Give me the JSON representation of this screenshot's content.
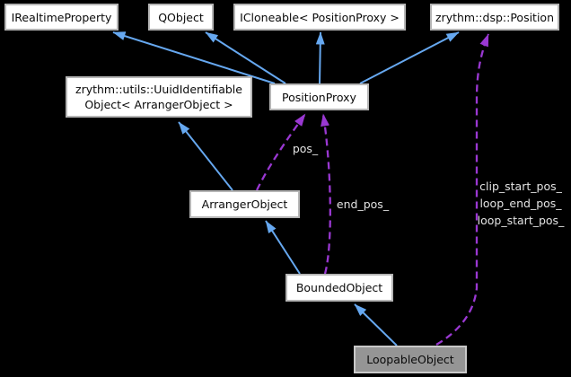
{
  "diagram": {
    "type": "doxygen-collaboration-graph",
    "colors": {
      "bg": "#000000",
      "node-fill": "#ffffff",
      "node-border": "#b6b6b6",
      "node-text": "#0a0a0a",
      "current-fill": "#959595",
      "current-border": "#c9c9c9",
      "inherit": "#66a8f0",
      "usage": "#9a38d2",
      "edge-label": "#e3e3e3"
    }
  },
  "nodes": {
    "irealtime": {
      "label": "IRealtimeProperty"
    },
    "qobject": {
      "label": "QObject"
    },
    "icloneable": {
      "label": "ICloneable< PositionProxy >"
    },
    "dsp_position": {
      "label": "zrythm::dsp::Position"
    },
    "uuid_identifiable": {
      "label": "zrythm::utils::UuidIdentifiable\nObject< ArrangerObject >"
    },
    "position_proxy": {
      "label": "PositionProxy"
    },
    "arranger_object": {
      "label": "ArrangerObject"
    },
    "bounded_object": {
      "label": "BoundedObject"
    },
    "loopable_object": {
      "label": "LoopableObject"
    }
  },
  "edge_labels": {
    "pos": "pos_",
    "end_pos": "end_pos_",
    "loopable_positions": "clip_start_pos_\nloop_end_pos_\nloop_start_pos_"
  }
}
